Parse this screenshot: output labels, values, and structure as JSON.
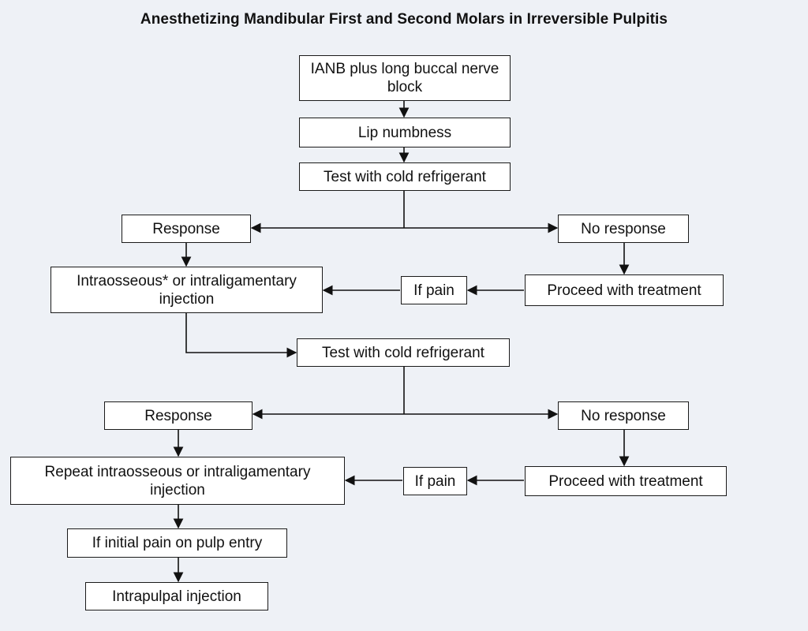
{
  "title": "Anesthetizing Mandibular First and Second Molars in Irreversible Pulpitis",
  "nodes": {
    "ianb": "IANB plus long buccal nerve block",
    "lip": "Lip numbness",
    "test1": "Test with cold refrigerant",
    "resp1": "Response",
    "noresp1": "No response",
    "intra1": "Intraosseous* or intraligamentary injection",
    "ifpain1": "If pain",
    "proceed1": "Proceed with treatment",
    "test2": "Test with cold refrigerant",
    "resp2": "Response",
    "noresp2": "No response",
    "repeat": "Repeat intraosseous or intraligamentary injection",
    "ifpain2": "If pain",
    "proceed2": "Proceed with treatment",
    "initial": "If initial pain on pulp entry",
    "intrapulpal": "Intrapulpal injection"
  }
}
